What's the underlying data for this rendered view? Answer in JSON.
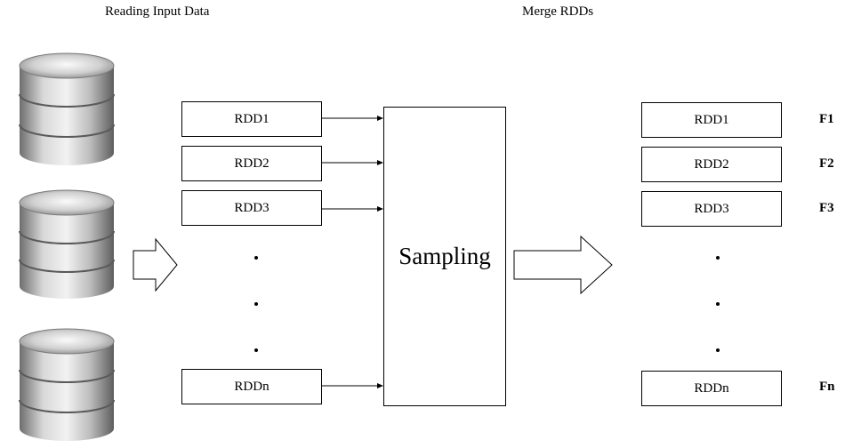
{
  "headings": {
    "reading": "Reading Input Data",
    "merge": "Merge RDDs"
  },
  "left_boxes": [
    {
      "main": "RDD",
      "sub": "1"
    },
    {
      "main": "RDD",
      "sub": "2"
    },
    {
      "main": "RDD",
      "sub": "3"
    },
    {
      "main": "RDD",
      "sub": "n"
    }
  ],
  "center": {
    "label": "Sampling"
  },
  "right_boxes": [
    {
      "main": "RDD",
      "sub": "1"
    },
    {
      "main": "RDD",
      "sub": "2"
    },
    {
      "main": "RDD",
      "sub": "3"
    },
    {
      "main": "RDD",
      "sub": "n"
    }
  ],
  "f_labels": [
    "F1",
    "F2",
    "F3",
    "Fn"
  ],
  "icons": [
    "database-icon",
    "database-icon",
    "database-icon"
  ],
  "colors": {
    "line": "#000000",
    "db_light": "#e8e8e8",
    "db_dark": "#7a7a7a"
  }
}
